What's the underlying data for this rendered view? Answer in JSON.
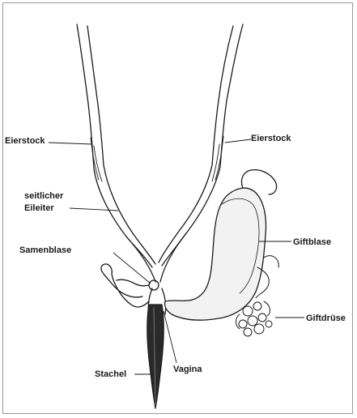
{
  "labels": {
    "eierstock_left": "Eierstock",
    "eierstock_right": "Eierstock",
    "eileiter_line1": "seitlicher",
    "eileiter_line2": "Eileiter",
    "samenblase": "Samenblase",
    "giftblase": "Giftblase",
    "giftdruese": "Giftdrüse",
    "vagina": "Vagina",
    "stachel": "Stachel"
  }
}
